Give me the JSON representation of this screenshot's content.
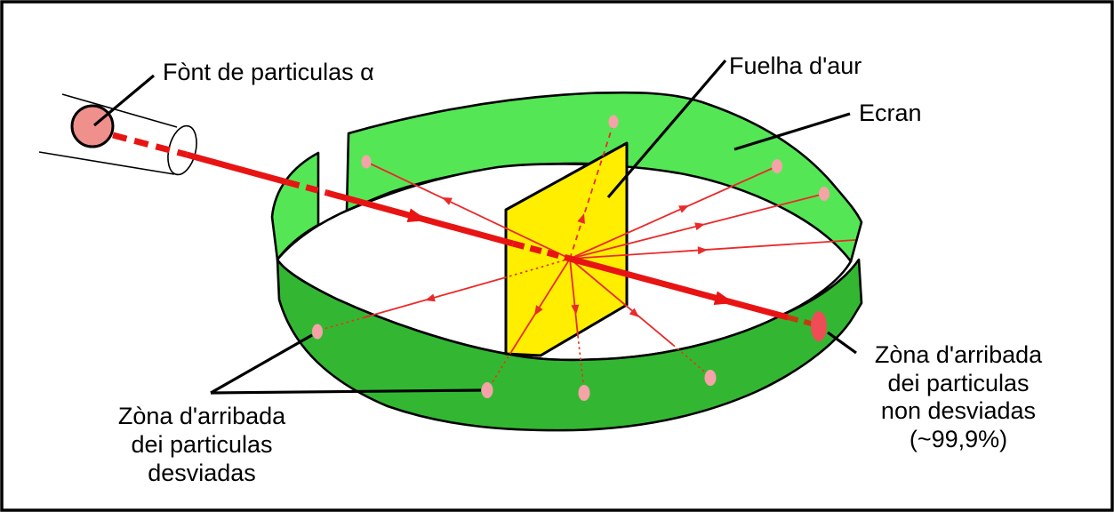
{
  "labels": {
    "source": "Fònt de particulas α",
    "foil": "Fuelha d'aur",
    "screen": "Ecran",
    "deviated_zone": [
      "Zòna d'arribada",
      "dei particulas",
      "desviadas"
    ],
    "undeviated_zone": [
      "Zòna d'arribada",
      "dei particulas",
      "non desviadas",
      "(~99,9%)"
    ]
  },
  "colors": {
    "screen_inner": "#55e655",
    "screen_outer": "#33b733",
    "foil": "#ffee00",
    "beam": "#e81414",
    "beam_hidden": "#c43a10",
    "ray": "#ea2a2a",
    "ray_hidden": "#e03c10",
    "impact_dot": "#f5a3a8",
    "undeviated_spot": "#ee4d55",
    "source_fill": "#f0908c",
    "outline": "#000000",
    "background": "#ffffff"
  }
}
